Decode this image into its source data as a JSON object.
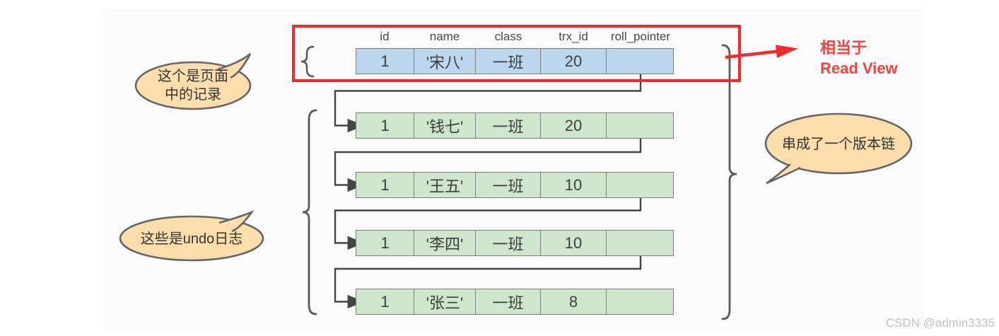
{
  "figure": {
    "table": {
      "headers": [
        "id",
        "name",
        "class",
        "trx_id",
        "roll_pointer"
      ],
      "rows": [
        {
          "kind": "page-record",
          "cells": [
            "1",
            "'宋八'",
            "一班",
            "20"
          ]
        },
        {
          "kind": "undo-log",
          "cells": [
            "1",
            "'钱七'",
            "一班",
            "20"
          ]
        },
        {
          "kind": "undo-log",
          "cells": [
            "1",
            "'王五'",
            "一班",
            "10"
          ]
        },
        {
          "kind": "undo-log",
          "cells": [
            "1",
            "'李四'",
            "一班",
            "10"
          ]
        },
        {
          "kind": "undo-log",
          "cells": [
            "1",
            "'张三'",
            "一班",
            "8"
          ]
        }
      ]
    },
    "bubbles": {
      "page_record": {
        "line1": "这个是页面",
        "line2": "中的记录"
      },
      "undo_logs": {
        "text": "这些是undo日志"
      },
      "version_chain": {
        "text": "串成了一个版本链"
      }
    },
    "annotation": {
      "line1": "相当于",
      "line2": "Read View"
    },
    "colors": {
      "red_accent": "#f02b2b",
      "red_text": "#f4423c",
      "record_row_fill": "#bdd7ee",
      "undo_row_fill": "#cde6cc",
      "bubble_fill": "#fbdeac",
      "connector": "#454545"
    }
  },
  "watermark": "CSDN @admin3335"
}
